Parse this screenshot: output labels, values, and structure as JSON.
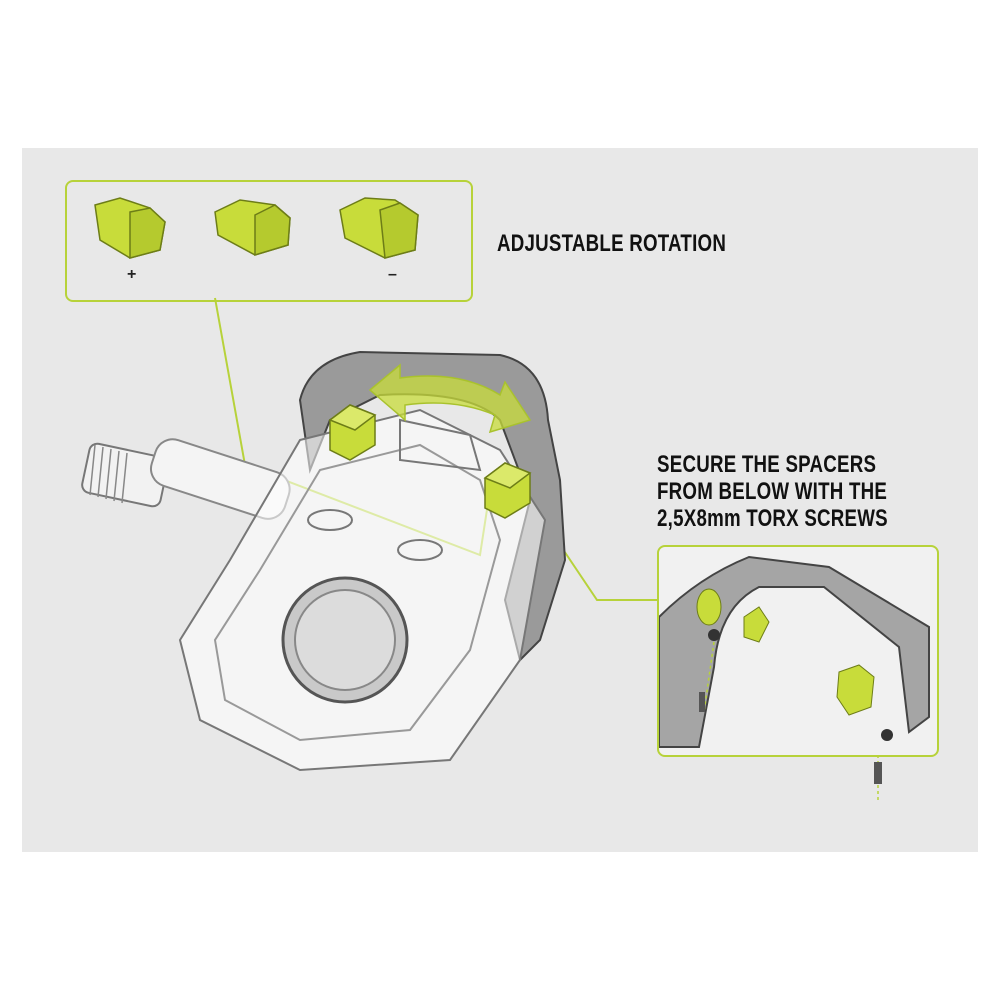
{
  "rotation_label": {
    "bold": "ADJUSTABLE",
    "regular": "ROTATION"
  },
  "spacer_signs": {
    "plus": "+",
    "minus": "–"
  },
  "secure_label": {
    "line1_bold": "SECURE",
    "line1_rest": "THE SPACERS",
    "line2": "FROM BELOW WITH THE",
    "line3_regular": "2,5X8mm",
    "line3_bold": "TORX SCREWS"
  },
  "colors": {
    "accent": "#c8dc3a",
    "frame": "#8a8a8a",
    "background": "#e8e8e8"
  }
}
